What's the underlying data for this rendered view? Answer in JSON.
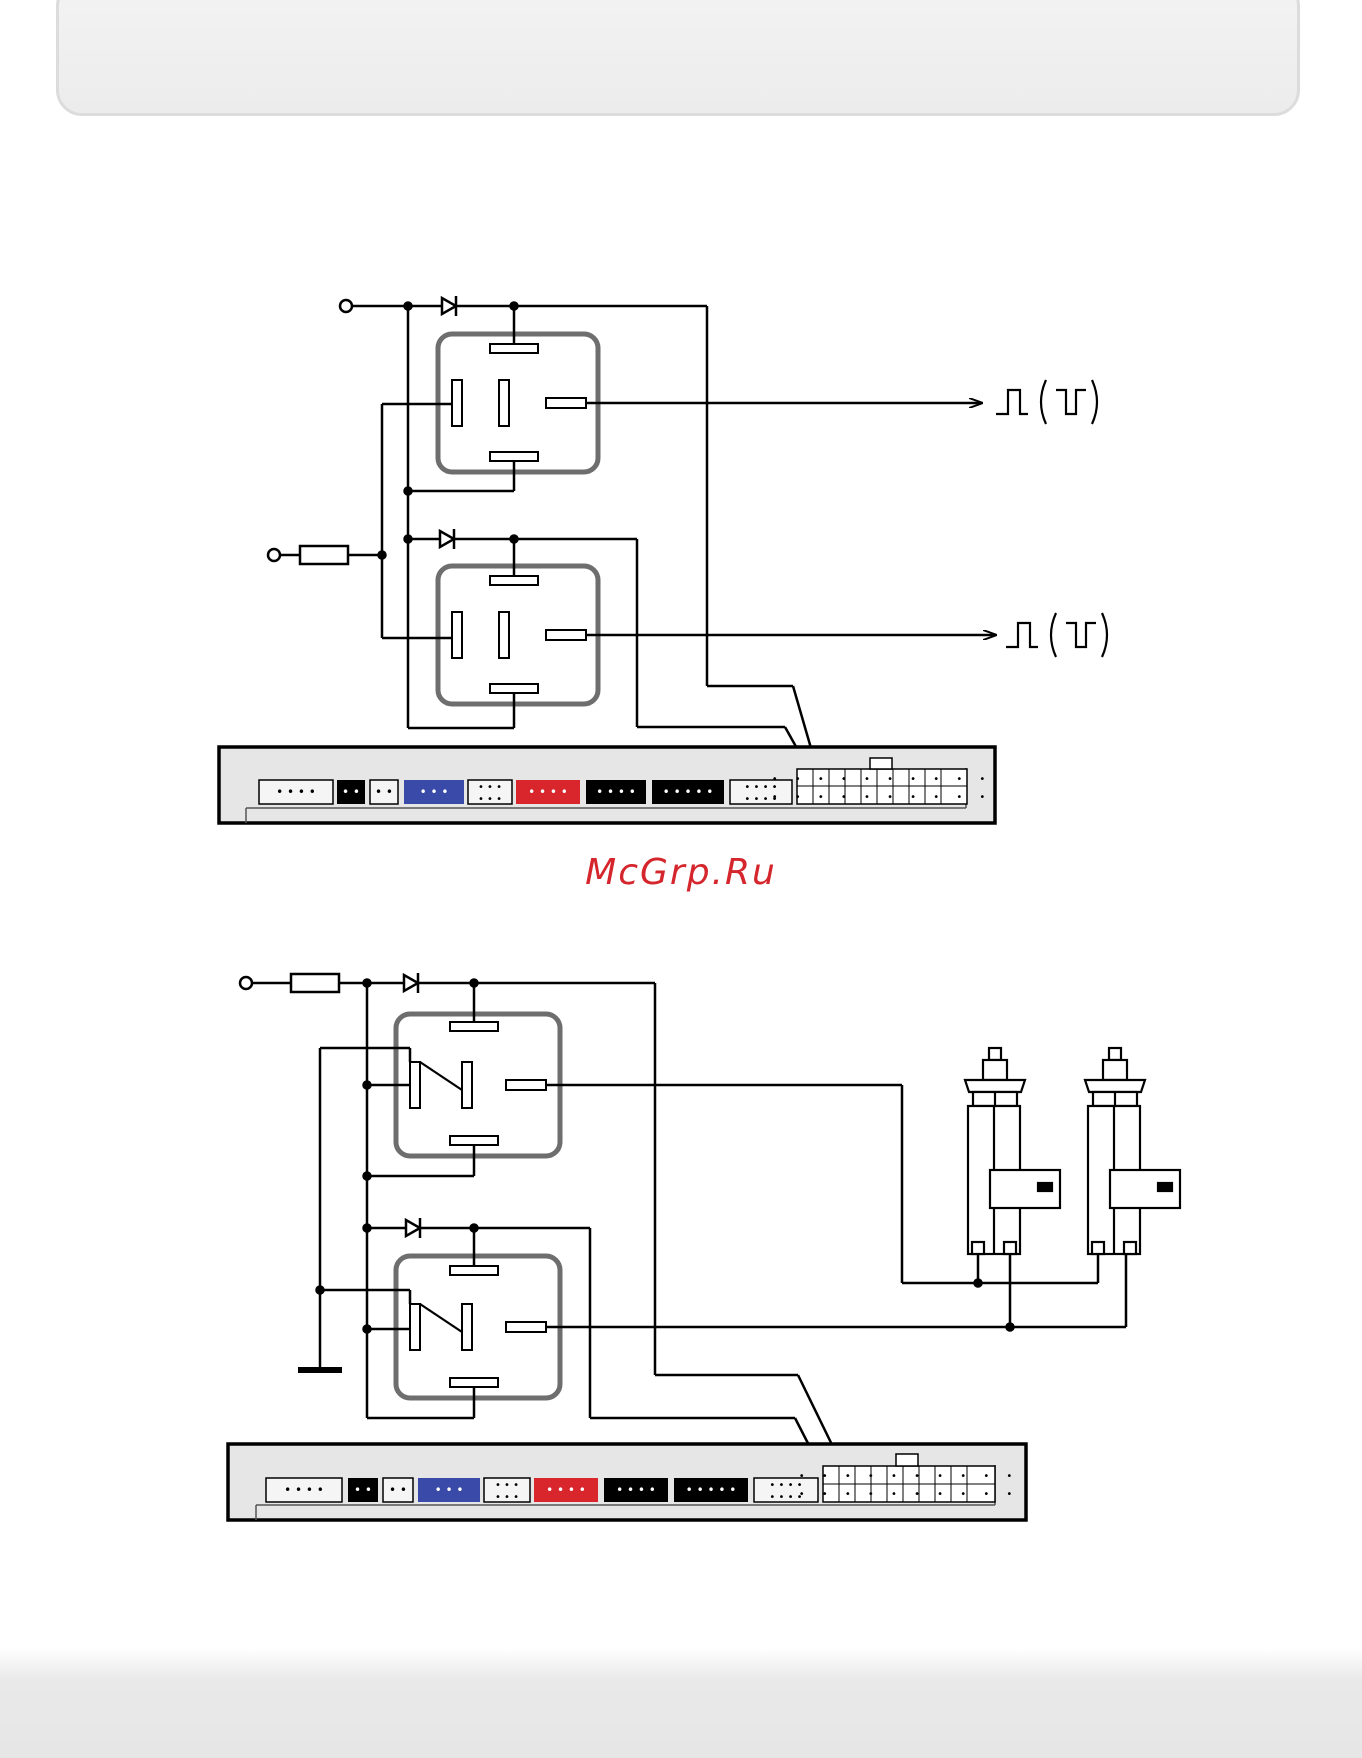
{
  "watermark": {
    "text": "McGrp.Ru",
    "color": "#d4262c"
  },
  "colors": {
    "wire": "#000000",
    "relay_outline": "#6e6e6e",
    "connector_blue": "#3a4aa8",
    "connector_red": "#d8262c",
    "connector_black": "#000000",
    "connector_grey": "#e6e6e6"
  },
  "diagram1": {
    "outputs": [
      {
        "symbol": "pulse-positive-negative"
      },
      {
        "symbol": "pulse-positive-negative"
      }
    ]
  },
  "diagram2": {
    "actuators": [
      {
        "icon": "door-lock-actuator-icon"
      },
      {
        "icon": "door-lock-actuator-icon"
      }
    ]
  }
}
